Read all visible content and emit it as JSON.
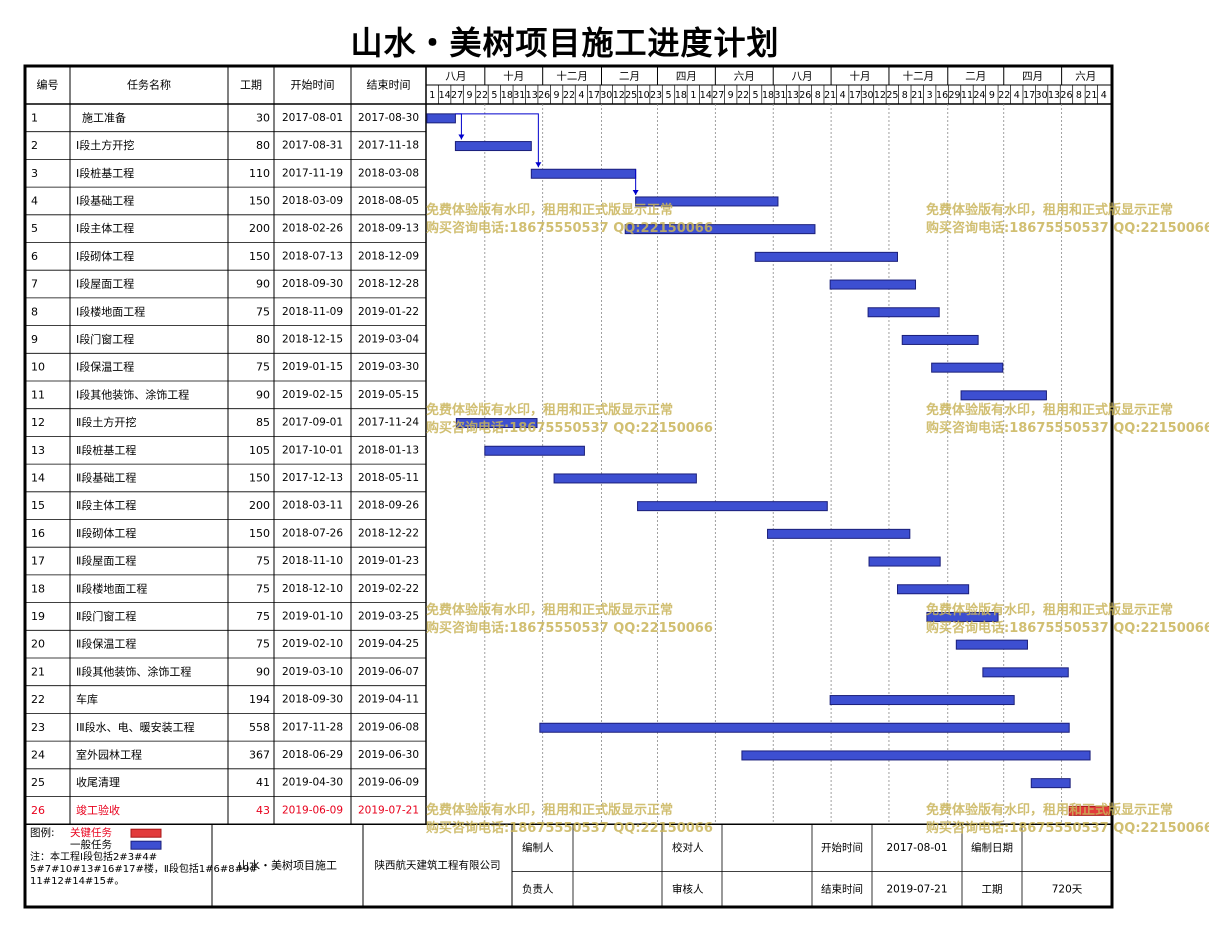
{
  "title": "山水・美树项目施工进度计划",
  "chart_data": {
    "type": "gantt",
    "columns": [
      "编号",
      "任务名称",
      "工期",
      "开始时间",
      "结束时间"
    ],
    "timeline_start": "2017-07-31",
    "timeline_end": "2019-07-22",
    "month_labels": [
      {
        "label": "八月",
        "date": "2017-08-01"
      },
      {
        "label": "十月",
        "date": "2017-10-01"
      },
      {
        "label": "十二月",
        "date": "2017-12-01"
      },
      {
        "label": "二月",
        "date": "2018-02-01"
      },
      {
        "label": "四月",
        "date": "2018-04-01"
      },
      {
        "label": "六月",
        "date": "2018-06-01"
      },
      {
        "label": "八月",
        "date": "2018-08-01"
      },
      {
        "label": "十月",
        "date": "2018-10-01"
      },
      {
        "label": "十二月",
        "date": "2018-12-01"
      },
      {
        "label": "二月",
        "date": "2019-02-01"
      },
      {
        "label": "四月",
        "date": "2019-04-01"
      },
      {
        "label": "六月",
        "date": "2019-06-01"
      }
    ],
    "day_labels": [
      "1",
      "14",
      "27",
      "9",
      "22",
      "5",
      "18",
      "31",
      "13",
      "26",
      "9",
      "22",
      "4",
      "17",
      "30",
      "12",
      "25",
      "10",
      "23",
      "5",
      "18",
      "1",
      "14",
      "27",
      "9",
      "22",
      "5",
      "18",
      "31",
      "13",
      "26",
      "8",
      "21",
      "4",
      "17",
      "30",
      "12",
      "25",
      "8",
      "21",
      "3",
      "16",
      "29",
      "11",
      "24",
      "9",
      "22",
      "4",
      "17",
      "30",
      "13",
      "26",
      "8",
      "21",
      "4"
    ],
    "tasks": [
      {
        "id": "1",
        "name": "施工准备",
        "duration": "30",
        "start": "2017-08-01",
        "end": "2017-08-30",
        "critical": false
      },
      {
        "id": "2",
        "name": "Ⅰ段土方开挖",
        "duration": "80",
        "start": "2017-08-31",
        "end": "2017-11-18",
        "critical": false
      },
      {
        "id": "3",
        "name": "Ⅰ段桩基工程",
        "duration": "110",
        "start": "2017-11-19",
        "end": "2018-03-08",
        "critical": false
      },
      {
        "id": "4",
        "name": "Ⅰ段基础工程",
        "duration": "150",
        "start": "2018-03-09",
        "end": "2018-08-05",
        "critical": false
      },
      {
        "id": "5",
        "name": "Ⅰ段主体工程",
        "duration": "200",
        "start": "2018-02-26",
        "end": "2018-09-13",
        "critical": false
      },
      {
        "id": "6",
        "name": "Ⅰ段砌体工程",
        "duration": "150",
        "start": "2018-07-13",
        "end": "2018-12-09",
        "critical": false
      },
      {
        "id": "7",
        "name": "Ⅰ段屋面工程",
        "duration": "90",
        "start": "2018-09-30",
        "end": "2018-12-28",
        "critical": false
      },
      {
        "id": "8",
        "name": "Ⅰ段楼地面工程",
        "duration": "75",
        "start": "2018-11-09",
        "end": "2019-01-22",
        "critical": false
      },
      {
        "id": "9",
        "name": "Ⅰ段门窗工程",
        "duration": "80",
        "start": "2018-12-15",
        "end": "2019-03-04",
        "critical": false
      },
      {
        "id": "10",
        "name": "Ⅰ段保温工程",
        "duration": "75",
        "start": "2019-01-15",
        "end": "2019-03-30",
        "critical": false
      },
      {
        "id": "11",
        "name": "Ⅰ段其他装饰、涂饰工程",
        "duration": "90",
        "start": "2019-02-15",
        "end": "2019-05-15",
        "critical": false
      },
      {
        "id": "12",
        "name": "Ⅱ段土方开挖",
        "duration": "85",
        "start": "2017-09-01",
        "end": "2017-11-24",
        "critical": false
      },
      {
        "id": "13",
        "name": "Ⅱ段桩基工程",
        "duration": "105",
        "start": "2017-10-01",
        "end": "2018-01-13",
        "critical": false
      },
      {
        "id": "14",
        "name": "Ⅱ段基础工程",
        "duration": "150",
        "start": "2017-12-13",
        "end": "2018-05-11",
        "critical": false
      },
      {
        "id": "15",
        "name": "Ⅱ段主体工程",
        "duration": "200",
        "start": "2018-03-11",
        "end": "2018-09-26",
        "critical": false
      },
      {
        "id": "16",
        "name": "Ⅱ段砌体工程",
        "duration": "150",
        "start": "2018-07-26",
        "end": "2018-12-22",
        "critical": false
      },
      {
        "id": "17",
        "name": "Ⅱ段屋面工程",
        "duration": "75",
        "start": "2018-11-10",
        "end": "2019-01-23",
        "critical": false
      },
      {
        "id": "18",
        "name": "Ⅱ段楼地面工程",
        "duration": "75",
        "start": "2018-12-10",
        "end": "2019-02-22",
        "critical": false
      },
      {
        "id": "19",
        "name": "Ⅱ段门窗工程",
        "duration": "75",
        "start": "2019-01-10",
        "end": "2019-03-25",
        "critical": false
      },
      {
        "id": "20",
        "name": "Ⅱ段保温工程",
        "duration": "75",
        "start": "2019-02-10",
        "end": "2019-04-25",
        "critical": false
      },
      {
        "id": "21",
        "name": "Ⅱ段其他装饰、涂饰工程",
        "duration": "90",
        "start": "2019-03-10",
        "end": "2019-06-07",
        "critical": false
      },
      {
        "id": "22",
        "name": "车库",
        "duration": "194",
        "start": "2018-09-30",
        "end": "2019-04-11",
        "critical": false
      },
      {
        "id": "23",
        "name": "ⅠⅡ段水、电、暖安装工程",
        "duration": "558",
        "start": "2017-11-28",
        "end": "2019-06-08",
        "critical": false
      },
      {
        "id": "24",
        "name": "室外园林工程",
        "duration": "367",
        "start": "2018-06-29",
        "end": "2019-06-30",
        "critical": false
      },
      {
        "id": "25",
        "name": "收尾清理",
        "duration": "41",
        "start": "2019-04-30",
        "end": "2019-06-09",
        "critical": false
      },
      {
        "id": "26",
        "name": "竣工验收",
        "duration": "43",
        "start": "2019-06-09",
        "end": "2019-07-21",
        "critical": true
      }
    ],
    "dependencies": [
      [
        "1",
        "2"
      ],
      [
        "1",
        "3"
      ],
      [
        "3",
        "4"
      ]
    ],
    "colors": {
      "normal": "#3d4fd1",
      "critical": "#e23b3b",
      "critical_text": "#e8001c",
      "arrow": "#0000cc",
      "border": "#000000",
      "grid": "#888888"
    }
  },
  "legend": {
    "label": "图例:",
    "critical": "关键任务",
    "normal": "一般任务",
    "note": "注：本工程Ⅰ段包括2#3#4#5#7#10#13#16#17#楼，Ⅱ段包括1#6#8#9#11#12#14#15#。"
  },
  "footer": {
    "project": "山水・美树项目施工",
    "company": "陕西航天建筑工程有限公司",
    "compiler_label": "编制人",
    "checker_label": "校对人",
    "start_label": "开始时间",
    "start_value": "2017-08-01",
    "date_label": "编制日期",
    "owner_label": "负责人",
    "reviewer_label": "审核人",
    "end_label": "结束时间",
    "end_value": "2019-07-21",
    "duration_label": "工期",
    "duration_value": "720天"
  },
  "watermark": {
    "line1": "免费体验版有水印，租用和正式版显示正常",
    "line2": "购买咨询电话:18675550537 QQ:22150066"
  }
}
